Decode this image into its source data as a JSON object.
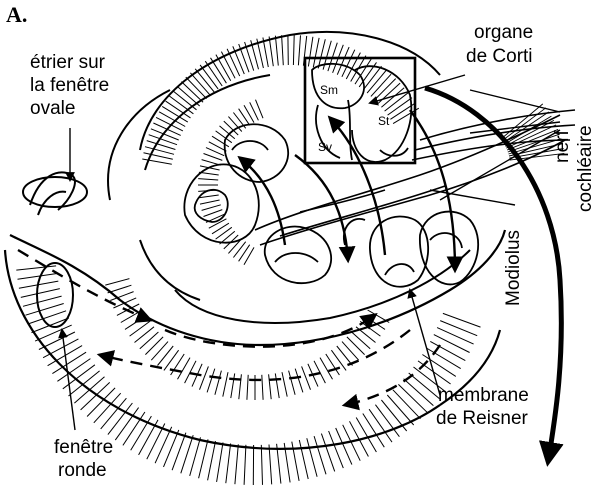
{
  "figure": {
    "panel_letter": "A.",
    "labels": {
      "etrier_line1": "étrier sur",
      "etrier_line2": "la fenêtre",
      "etrier_line3": "ovale",
      "organe_line1": "organe",
      "organe_line2": "de Corti",
      "sm": "Sm",
      "st": "St",
      "sv": "Sv",
      "nerf_line1": "nerf",
      "nerf_line2": "cochléaire",
      "modiolus": "Modiolus",
      "membrane_line1": "membrane",
      "membrane_line2": "de Reisner",
      "fenetre_line1": "fenêtre",
      "fenetre_line2": "ronde"
    },
    "colors": {
      "ink": "#000000",
      "paper": "#ffffff"
    }
  }
}
